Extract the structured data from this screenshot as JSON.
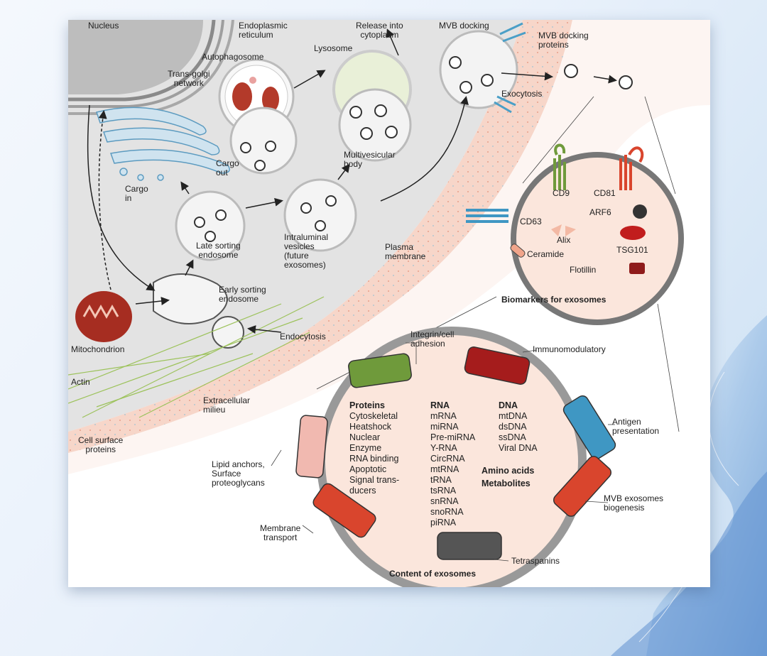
{
  "colors": {
    "cytoplasm": "#e4e4e4",
    "membrane_pink": "#f6d3c6",
    "exosome_fill": "#fbe6dc",
    "actin": "#9cc25a",
    "tetraspanin": "#555555",
    "antigen": "#3f97c3",
    "mvb": "#d9452d",
    "immuno": "#a51c1c",
    "integrin": "#6f9a3b",
    "lipid": "#f1b9b0",
    "membrane_transport": "#d9452d"
  },
  "labels": {
    "nucleus": "Nucleus",
    "er": "Endoplasmic\nreticulum",
    "release": "Release into\ncytoplasm",
    "mvb_docking": "MVB docking",
    "mvb_docking_proteins": "MVB docking\nproteins",
    "autophagosome": "Autophagosome",
    "lysosome": "Lysosome",
    "trans_golgi": "Trans-golgi\nnetwork",
    "exocytosis": "Exocytosis",
    "cargo_out": "Cargo\nout",
    "cargo_in": "Cargo\nin",
    "mvb_body": "Multivesicular\nbody",
    "late_sorting": "Late sorting\nendosome",
    "ilv": "Intraluminal\nvesicles\n(future\nexosomes)",
    "plasma_membrane": "Plasma\nmembrane",
    "early_sorting": "Early sorting\nendosome",
    "mitochondrion": "Mitochondrion",
    "endocytosis": "Endocytosis",
    "actin": "Actin",
    "extracellular": "Extracellular\nmilieu",
    "cell_surface": "Cell surface\nproteins",
    "integrin": "Integrin/cell\nadhesion",
    "immunomodulatory": "Immunomodulatory",
    "antigen": "Antigen\npresentation",
    "mvb_biogenesis": "MVB exosomes\nbiogenesis",
    "tetraspanins": "Tetraspanins",
    "membrane_transport": "Membrane\ntransport",
    "lipid_anchors": "Lipid anchors,\nSurface\nproteoglycans",
    "content_title": "Content of exosomes"
  },
  "biomarkers": {
    "title": "Biomarkers for exosomes",
    "cd9": "CD9",
    "cd81": "CD81",
    "cd63": "CD63",
    "arf6": "ARF6",
    "alix": "Alix",
    "tsg101": "TSG101",
    "ceramide": "Ceramide",
    "flotillin": "Flotillin"
  },
  "content": {
    "proteins": {
      "heading": "Proteins",
      "items": [
        "Cytoskeletal",
        "Heatshock",
        "Nuclear",
        "Enzyme",
        "RNA binding",
        "Apoptotic",
        "Signal trans-",
        "ducers"
      ]
    },
    "rna": {
      "heading": "RNA",
      "items": [
        "mRNA",
        "miRNA",
        "Pre-miRNA",
        "Y-RNA",
        "CircRNA",
        "mtRNA",
        "tRNA",
        "tsRNA",
        "snRNA",
        "snoRNA",
        "piRNA"
      ]
    },
    "dna": {
      "heading": "DNA",
      "items": [
        "mtDNA",
        "dsDNA",
        "ssDNA",
        "Viral DNA"
      ]
    },
    "amino": "Amino acids",
    "metabolites": "Metabolites"
  }
}
